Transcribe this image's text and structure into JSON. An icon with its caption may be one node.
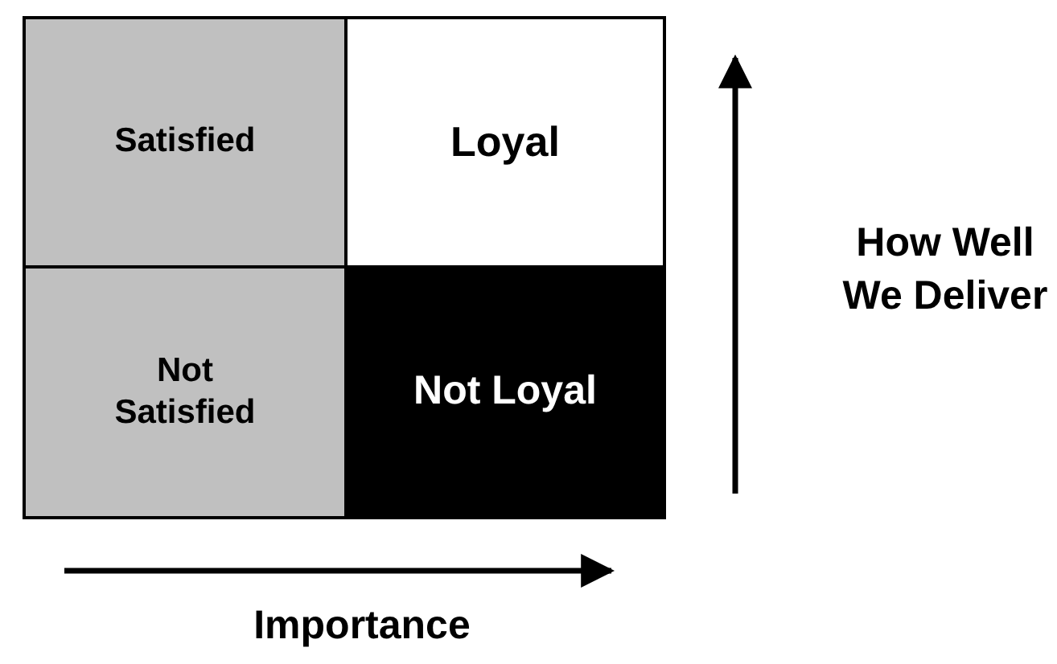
{
  "diagram": {
    "nodes": [
      {
        "text": [
          "Satisfied"
        ]
      },
      {
        "text": [
          "Loyal"
        ]
      },
      {
        "text": [
          "Not Satisfied"
        ]
      },
      {
        "text": [
          "Not Loyal"
        ]
      }
    ],
    "labels": [
      "How Well We Deliver",
      "Importance"
    ]
  }
}
